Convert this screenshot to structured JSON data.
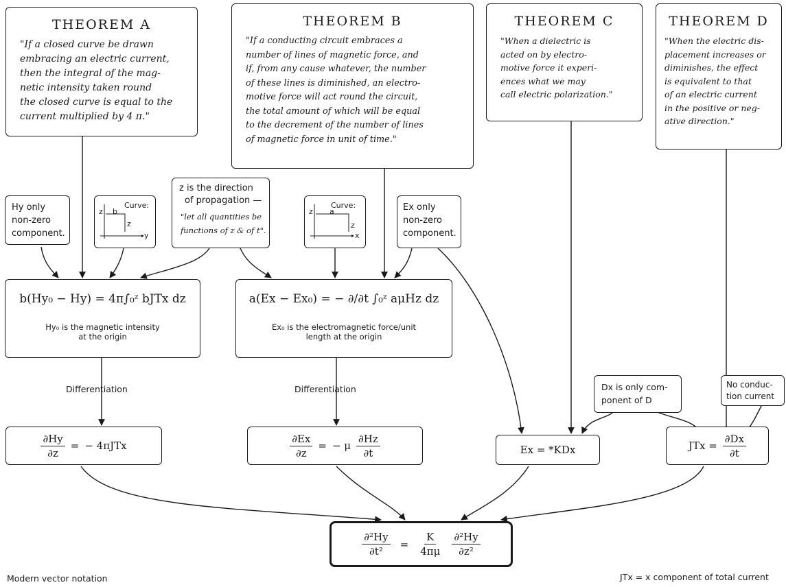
{
  "theorems": {
    "a": {
      "title": "THEOREM A",
      "quote": "\"If a closed curve be drawn\nembracing an electric current,\nthen the integral of the mag-\nnetic intensity taken round\nthe closed curve is equal to the\ncurrent multiplied by 4 π.\""
    },
    "b": {
      "title": "THEOREM B",
      "quote": "\"If a conducting circuit embraces a\nnumber of lines of magnetic force, and\nif, from any cause whatever, the number\nof these lines is diminished, an electro-\nmotive force will act round the circuit,\nthe total amount of which will be equal\nto the decrement of the number of lines\nof magnetic force in unit of time.\""
    },
    "c": {
      "title": "THEOREM C",
      "quote": "\"When a dielectric is\nacted on by electro-\nmotive force it experi-\nences what we may\ncall electric polarization.\""
    },
    "d": {
      "title": "THEOREM D",
      "quote": "\"When the electric dis-\nplacement increases or\ndiminishes, the effect\nis equivalent to that\nof an electric current\nin the positive or neg-\native direction.\""
    }
  },
  "notes": {
    "hy_only": "Hy only\nnon-zero\ncomponent.",
    "curve_label": "Curve:",
    "curve_y_labels": {
      "axis_a": "z",
      "edge_b": "b",
      "edge_z": "z",
      "axis_b": "y"
    },
    "curve_x_labels": {
      "axis_a": "z",
      "edge_a": "a",
      "edge_z": "z",
      "axis_b": "x"
    },
    "propagation_line1": "z is the direction",
    "propagation_line2": "of propagation —",
    "propagation_italic": "\"let all quantities be\nfunctions of z & of t\".",
    "ex_only": "Ex only\nnon-zero\ncomponent.",
    "dx_only": "Dx is only com-\nponent of D",
    "no_conduction": "No conduc-\ntion current"
  },
  "equations": {
    "eq_a": {
      "lhs": "b(Hy₀ − Hy)",
      "equals": "=",
      "rhs": "4π∫₀ᶻ bJTx dz",
      "note": "Hy₀ is the magnetic intensity\nat the origin"
    },
    "eq_b": {
      "lhs": "a(Ex − Ex₀)",
      "equals": "=",
      "rhs": "− ∂/∂t ∫₀ᶻ aμHz dz",
      "note": "Ex₀ is the electromagnetic force/unit\nlength at the origin"
    },
    "deriv_h": {
      "num": "∂Hy",
      "den": "∂z",
      "equals": "=",
      "rhs": "− 4πJTx"
    },
    "deriv_e": {
      "num": "∂Ex",
      "den": "∂z",
      "equals": "=",
      "rhs_coef": "− μ",
      "rhs_num": "∂Hz",
      "rhs_den": "∂t"
    },
    "const_c": {
      "text": "Ex = *KDx"
    },
    "const_d": {
      "lhs": "JTx =",
      "num": "∂Dx",
      "den": "∂t"
    },
    "final": {
      "lhs_num": "∂²Hy",
      "lhs_den": "∂t²",
      "equals": "=",
      "mid_num": "K",
      "mid_den": "4πμ",
      "rhs_num": "∂²Hy",
      "rhs_den": "∂z²"
    }
  },
  "labels": {
    "differentiation_a": "Differentiation",
    "differentiation_b": "Differentiation",
    "modern": "Modern vector notation",
    "footnote": "JTx = x component of total current"
  }
}
